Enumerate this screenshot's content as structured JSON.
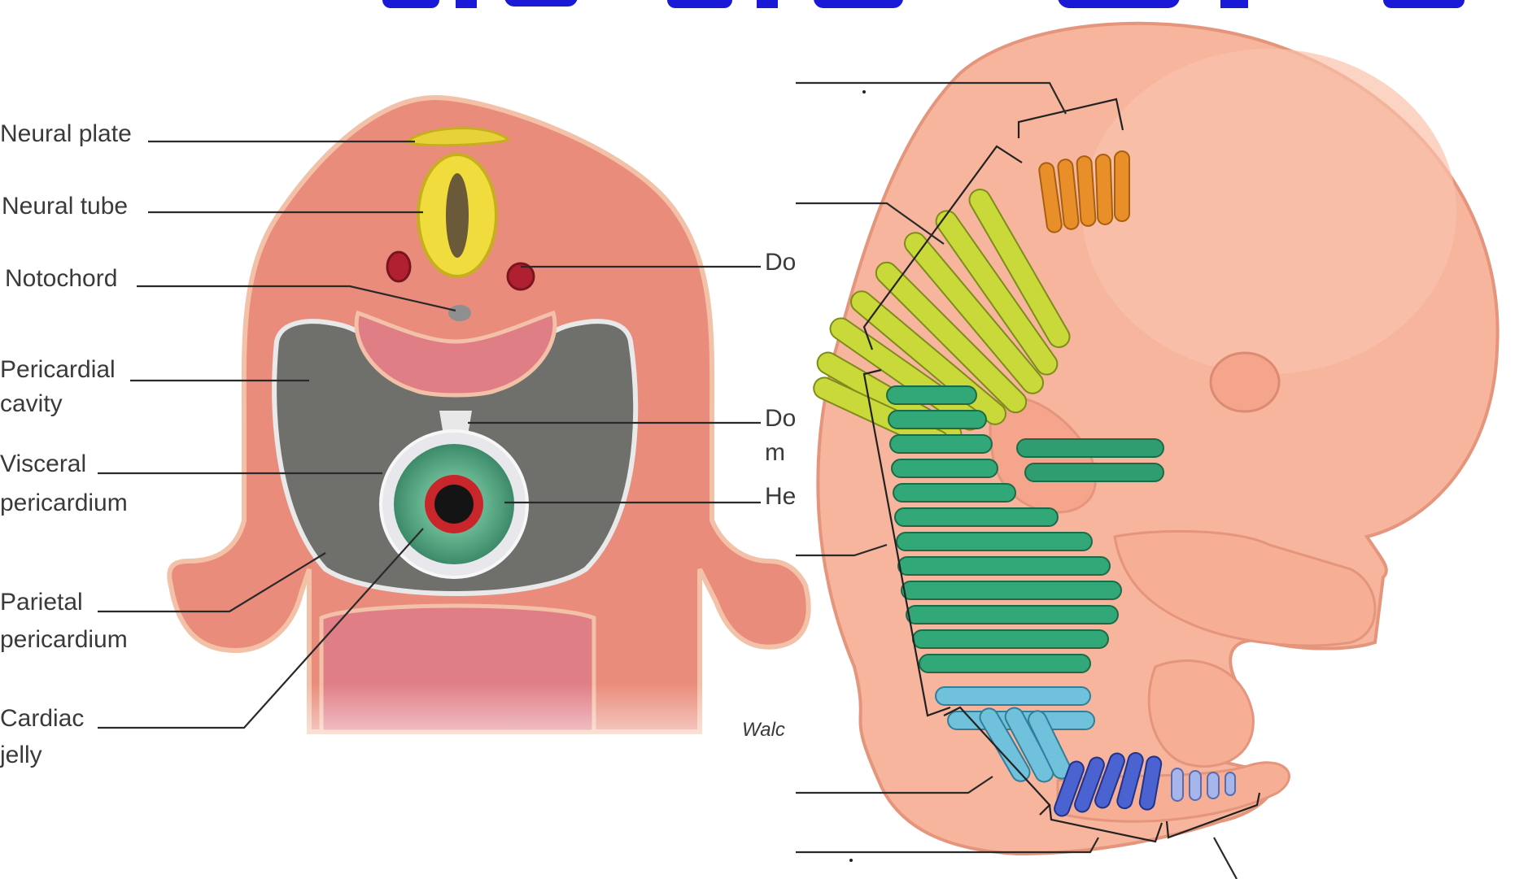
{
  "colors": {
    "title_blue": "#1a1ad6",
    "tissue": "#ea8c7c",
    "tissue_outline": "#c9645a",
    "neural": "#e8d23a",
    "cavity": "#6f706c",
    "heart_green": "#5fae8a",
    "blood_red": "#c8262b",
    "embryo_skin": "#f7b59d",
    "somite_orange": "#e98f2a",
    "somite_yellow": "#c9d93a",
    "somite_green": "#32a878",
    "somite_blue": "#6fc1dc",
    "somite_indigo": "#4a63d0"
  },
  "left_panel": {
    "labels": {
      "neural_plate": "Neural plate",
      "neural_tube": "Neural tube",
      "notochord": "Notochord",
      "pericardial_1": "Pericardial",
      "pericardial_2": "cavity",
      "visceral_1": "Visceral",
      "visceral_2": "pericardium",
      "parietal_1": "Parietal",
      "parietal_2": "pericardium",
      "cardiac_1": "Cardiac",
      "cardiac_2": "jelly",
      "right_do": "Do",
      "right_do2_1": "Do",
      "right_do2_2": "m",
      "right_he": "He",
      "credit": "Walc"
    }
  },
  "right_panel": {
    "icons": [
      "embryo-illustration",
      "somite-blocks"
    ]
  }
}
